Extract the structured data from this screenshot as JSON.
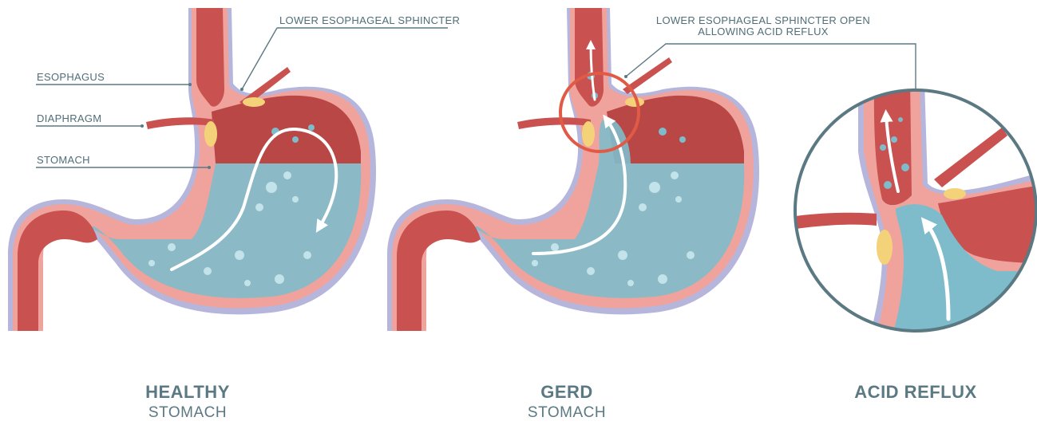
{
  "labels": {
    "les": "LOWER ESOPHAGEAL SPHINCTER",
    "esophagus": "ESOPHAGUS",
    "diaphragm": "DIAPHRAGM",
    "stomach": "STOMACH",
    "les_open_line1": "LOWER ESOPHAGEAL SPHINCTER OPEN",
    "les_open_line2": "ALLOWING ACID REFLUX"
  },
  "captions": {
    "healthy": {
      "title": "HEALTHY",
      "subtitle": "STOMACH"
    },
    "gerd": {
      "title": "GERD",
      "subtitle": "STOMACH"
    },
    "reflux": {
      "title": "ACID REFLUX"
    }
  },
  "colors": {
    "wall_outer": "#f0a39c",
    "wall_lining": "#b6b6dc",
    "muscle": "#c9514f",
    "muscle_dark": "#a83c3b",
    "acid": "#7fbccb",
    "acid_dark": "#5ea6b8",
    "fat": "#f4d27a",
    "label_line": "#5b7983",
    "highlight_ring": "#e05a45",
    "zoom_ring": "#5b7983"
  }
}
